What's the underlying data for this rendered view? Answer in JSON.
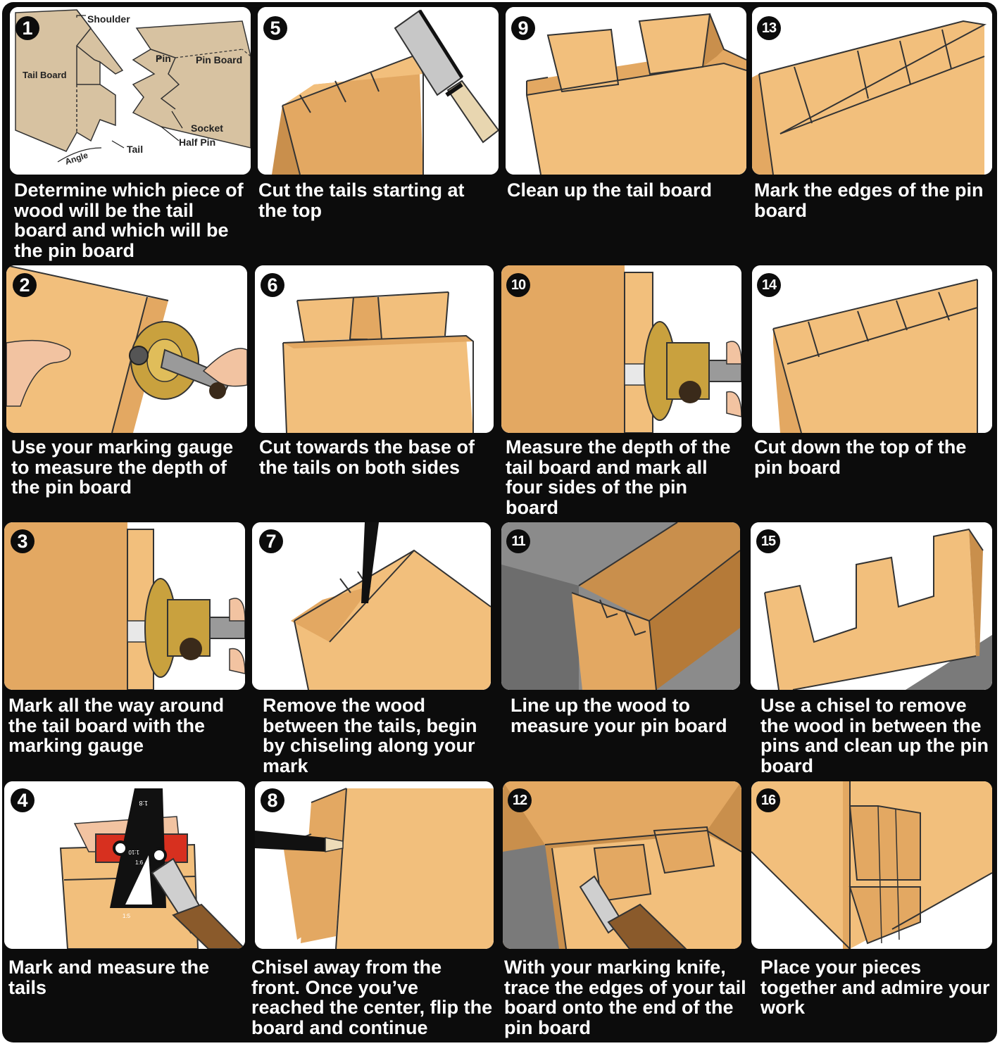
{
  "steps": [
    {
      "number": "1",
      "caption": "Determine which piece of wood will be the tail board and which will be the pin board"
    },
    {
      "number": "2",
      "caption": "Use your marking gauge to measure the depth of the pin board"
    },
    {
      "number": "3",
      "caption": "Mark all the way around the tail board with the marking gauge"
    },
    {
      "number": "4",
      "caption": "Mark and measure the tails"
    },
    {
      "number": "5",
      "caption": "Cut the tails starting at the top"
    },
    {
      "number": "6",
      "caption": "Cut towards the base of the tails on both sides"
    },
    {
      "number": "7",
      "caption": "Remove the wood between the tails, begin by chiseling along your mark"
    },
    {
      "number": "8",
      "caption": "Chisel away from the front. Once you’ve reached the center, flip the board and continue"
    },
    {
      "number": "9",
      "caption": "Clean up the tail board"
    },
    {
      "number": "10",
      "caption": "Measure the depth of the tail board and mark all four sides of the pin board"
    },
    {
      "number": "11",
      "caption": "Line up the wood to measure your pin board"
    },
    {
      "number": "12",
      "caption": "With your marking knife, trace the edges of your tail board onto the end of the pin board"
    },
    {
      "number": "13",
      "caption": "Mark the edges of the pin board"
    },
    {
      "number": "14",
      "caption": "Cut down the top of the pin board"
    },
    {
      "number": "15",
      "caption": "Use a chisel to remove the wood in between the pins and clean up the pin board"
    },
    {
      "number": "16",
      "caption": "Place your pieces together and admire your work"
    }
  ],
  "diagram_labels": {
    "shoulder": "Shoulder",
    "tail_board": "Tail Board",
    "pin": "Pin",
    "pin_board": "Pin Board",
    "socket": "Socket",
    "half_pin": "Half Pin",
    "tail": "Tail",
    "angle": "Angle"
  },
  "ruler_labels": {
    "ratio_top": "1:8",
    "ratio_mid": "1:10",
    "ratio_low": "1:6",
    "ratio_bottom": "1:5"
  },
  "colors": {
    "background": "#0c0c0c",
    "wood_light": "#f2bf7c",
    "wood_mid": "#e3a862",
    "wood_dark": "#c98f4c",
    "diagram_wood": "#d7c2a1",
    "brass": "#c9a13e",
    "steel": "#9a9a9a"
  }
}
